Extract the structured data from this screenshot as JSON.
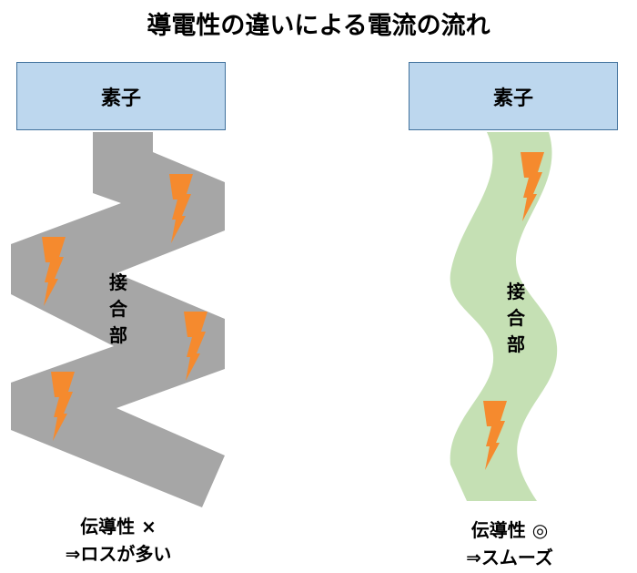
{
  "title": "導電性の違いによる電流の流れ",
  "left": {
    "element_label": "素子",
    "junction_label": [
      "接",
      "合",
      "部"
    ],
    "caption_line1": "伝導性 ×",
    "caption_line2": "⇒ロスが多い"
  },
  "right": {
    "element_label": "素子",
    "junction_label": [
      "接",
      "合",
      "部"
    ],
    "caption_line1": "伝導性 ◎",
    "caption_line2": "⇒スムーズ"
  },
  "colors": {
    "box_fill": "#BDD7EE",
    "box_border": "#41719C",
    "poor_path": "#A6A6A6",
    "good_path": "#C5E0B4",
    "current": "#F58A2E"
  }
}
